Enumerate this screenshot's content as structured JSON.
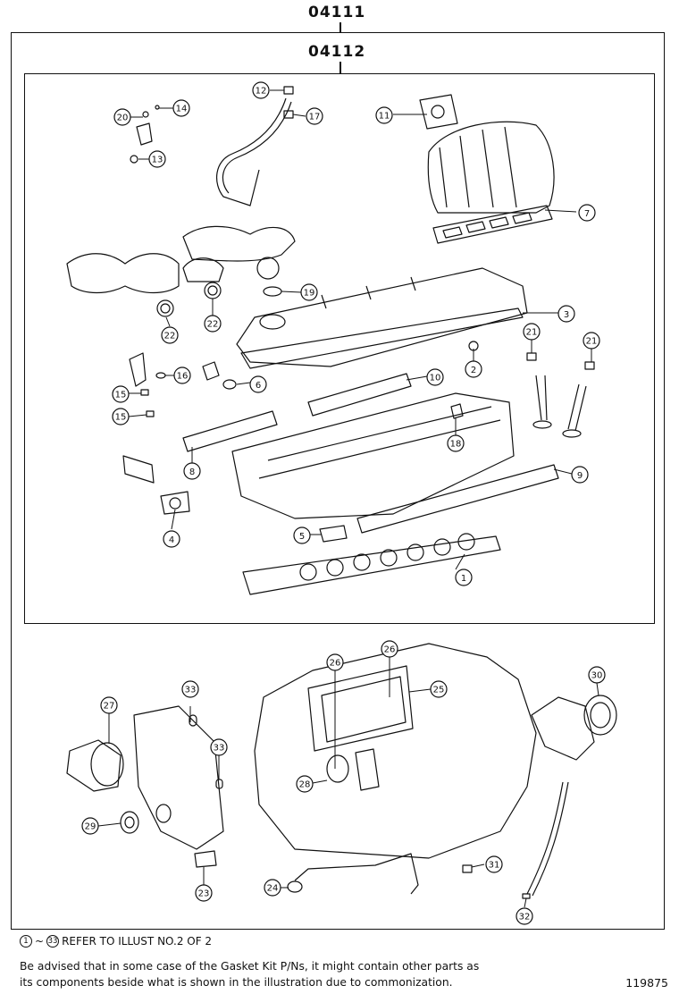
{
  "header": {
    "outer_code": "04111",
    "inner_code": "04112"
  },
  "callouts": [
    {
      "num": "1"
    },
    {
      "num": "2"
    },
    {
      "num": "3"
    },
    {
      "num": "4"
    },
    {
      "num": "5"
    },
    {
      "num": "6"
    },
    {
      "num": "7"
    },
    {
      "num": "8"
    },
    {
      "num": "9"
    },
    {
      "num": "10"
    },
    {
      "num": "11"
    },
    {
      "num": "12"
    },
    {
      "num": "13"
    },
    {
      "num": "14"
    },
    {
      "num": "15"
    },
    {
      "num": "15"
    },
    {
      "num": "16"
    },
    {
      "num": "17"
    },
    {
      "num": "18"
    },
    {
      "num": "19"
    },
    {
      "num": "20"
    },
    {
      "num": "21"
    },
    {
      "num": "21"
    },
    {
      "num": "22"
    },
    {
      "num": "22"
    },
    {
      "num": "23"
    },
    {
      "num": "24"
    },
    {
      "num": "25"
    },
    {
      "num": "26"
    },
    {
      "num": "26"
    },
    {
      "num": "27"
    },
    {
      "num": "28"
    },
    {
      "num": "29"
    },
    {
      "num": "30"
    },
    {
      "num": "31"
    },
    {
      "num": "32"
    },
    {
      "num": "33"
    },
    {
      "num": "33"
    }
  ],
  "footer": {
    "ref_from": "1",
    "ref_sep": "~",
    "ref_to": "33",
    "ref_text": "REFER TO ILLUST NO.2 OF 2",
    "advisory_line1": "Be advised that in some case of the Gasket Kit P/Ns,  it might contain other parts as",
    "advisory_line2": "its components beside what is shown in the illustration due to commonization.",
    "illustration_id": "119875"
  }
}
